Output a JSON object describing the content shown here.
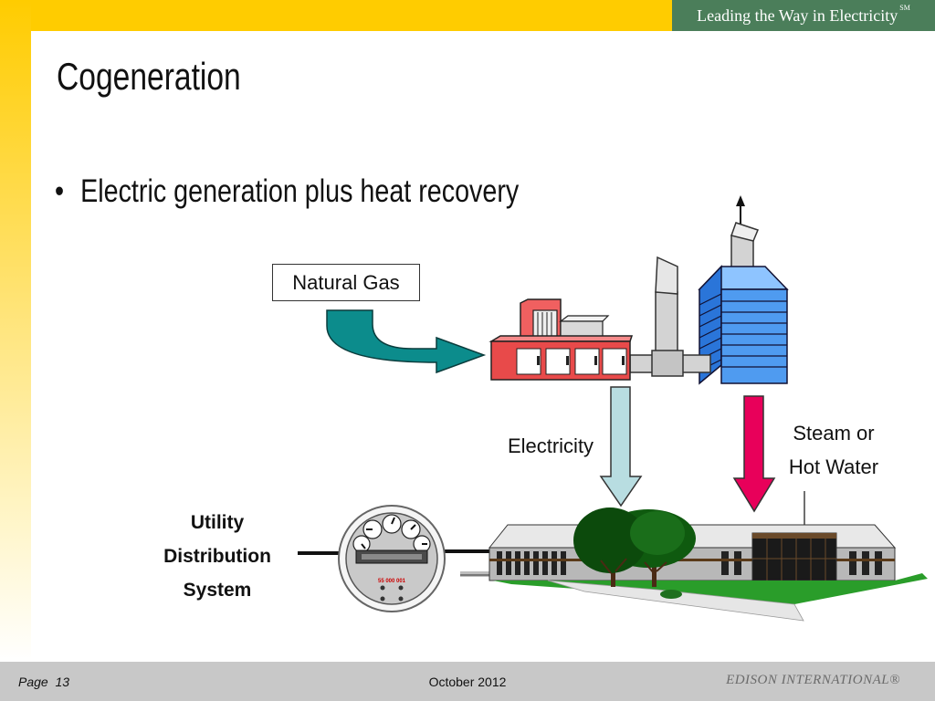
{
  "header": {
    "tagline": "Leading the Way in Electricity",
    "tagline_mark": "SM",
    "brand_color": "#ffcc00",
    "tagline_bg": "#4b7e5a"
  },
  "slide": {
    "title": "Cogeneration",
    "bullet": "Electric generation plus heat recovery"
  },
  "diagram": {
    "natural_gas": "Natural Gas",
    "electricity": "Electricity",
    "steam_line1": "Steam or",
    "steam_line2": "Hot Water",
    "utility_line1": "Utility",
    "utility_line2": "Distribution",
    "utility_line3": "System",
    "meter_number": "55 000 001",
    "colors": {
      "gas_arrow": "#0c8c8c",
      "electricity_arrow": "#b8dde1",
      "steam_arrow": "#e8005a",
      "heat_recovery": "#4f9bf0",
      "generator": "#e84a4a"
    }
  },
  "footer": {
    "page_label": "Page",
    "page_number": "13",
    "date": "October 2012",
    "company": "EDISON INTERNATIONAL®"
  }
}
